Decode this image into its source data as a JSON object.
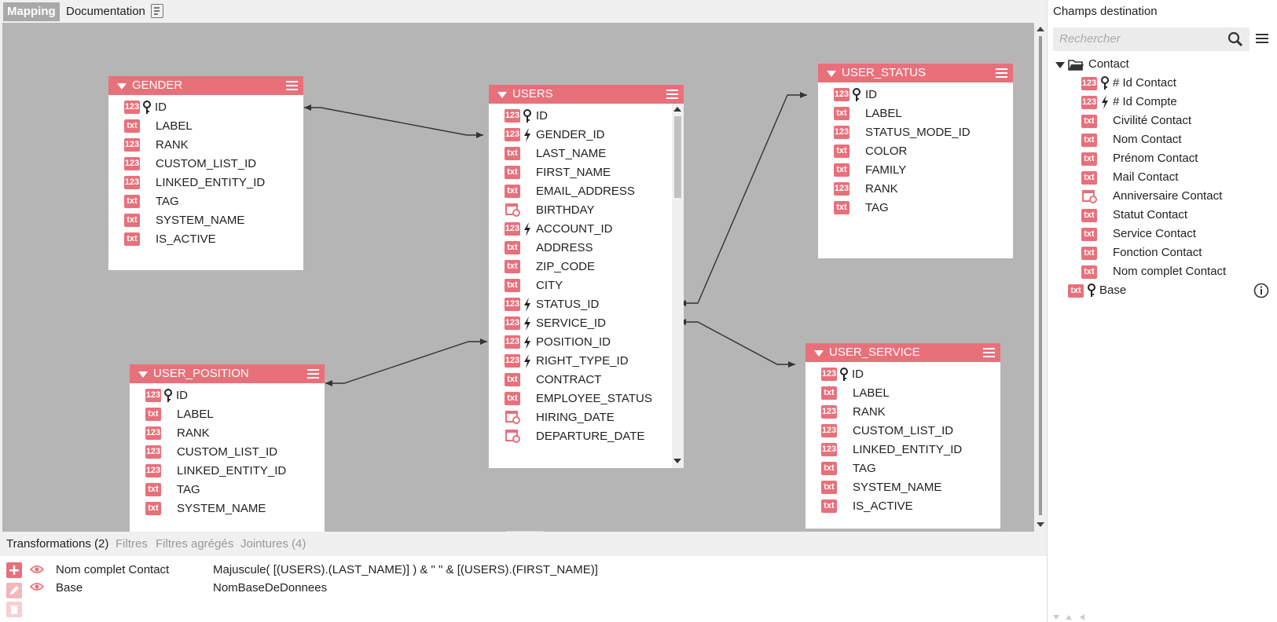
{
  "tabs": {
    "active": "Mapping",
    "documentation": "Documentation"
  },
  "colors": {
    "accent": "#e8707a",
    "canvas": "#b5b5b5"
  },
  "tables": {
    "gender": {
      "title": "GENDER",
      "fields": [
        {
          "type": "123",
          "key": true,
          "name": "ID"
        },
        {
          "type": "txt",
          "name": "LABEL"
        },
        {
          "type": "123",
          "name": "RANK"
        },
        {
          "type": "123",
          "name": "CUSTOM_LIST_ID"
        },
        {
          "type": "123",
          "name": "LINKED_ENTITY_ID"
        },
        {
          "type": "txt",
          "name": "TAG"
        },
        {
          "type": "txt",
          "name": "SYSTEM_NAME"
        },
        {
          "type": "txt",
          "name": "IS_ACTIVE"
        }
      ]
    },
    "users": {
      "title": "USERS",
      "fields": [
        {
          "type": "123",
          "key": true,
          "name": "ID"
        },
        {
          "type": "123",
          "fk": true,
          "name": "GENDER_ID"
        },
        {
          "type": "txt",
          "name": "LAST_NAME"
        },
        {
          "type": "txt",
          "name": "FIRST_NAME"
        },
        {
          "type": "txt",
          "name": "EMAIL_ADDRESS"
        },
        {
          "type": "date",
          "name": "BIRTHDAY"
        },
        {
          "type": "123",
          "fk": true,
          "name": "ACCOUNT_ID"
        },
        {
          "type": "txt",
          "name": "ADDRESS"
        },
        {
          "type": "txt",
          "name": "ZIP_CODE"
        },
        {
          "type": "txt",
          "name": "CITY"
        },
        {
          "type": "123",
          "fk": true,
          "name": "STATUS_ID"
        },
        {
          "type": "123",
          "fk": true,
          "name": "SERVICE_ID"
        },
        {
          "type": "123",
          "fk": true,
          "name": "POSITION_ID"
        },
        {
          "type": "123",
          "fk": true,
          "name": "RIGHT_TYPE_ID"
        },
        {
          "type": "txt",
          "name": "CONTRACT"
        },
        {
          "type": "txt",
          "name": "EMPLOYEE_STATUS"
        },
        {
          "type": "date",
          "name": "HIRING_DATE"
        },
        {
          "type": "date",
          "name": "DEPARTURE_DATE"
        }
      ]
    },
    "user_status": {
      "title": "USER_STATUS",
      "fields": [
        {
          "type": "123",
          "key": true,
          "name": "ID"
        },
        {
          "type": "txt",
          "name": "LABEL"
        },
        {
          "type": "123",
          "name": "STATUS_MODE_ID"
        },
        {
          "type": "txt",
          "name": "COLOR"
        },
        {
          "type": "txt",
          "name": "FAMILY"
        },
        {
          "type": "123",
          "name": "RANK"
        },
        {
          "type": "txt",
          "name": "TAG"
        }
      ]
    },
    "user_position": {
      "title": "USER_POSITION",
      "fields": [
        {
          "type": "123",
          "key": true,
          "name": "ID"
        },
        {
          "type": "txt",
          "name": "LABEL"
        },
        {
          "type": "123",
          "name": "RANK"
        },
        {
          "type": "123",
          "name": "CUSTOM_LIST_ID"
        },
        {
          "type": "123",
          "name": "LINKED_ENTITY_ID"
        },
        {
          "type": "txt",
          "name": "TAG"
        },
        {
          "type": "txt",
          "name": "SYSTEM_NAME"
        }
      ]
    },
    "user_service": {
      "title": "USER_SERVICE",
      "fields": [
        {
          "type": "123",
          "key": true,
          "name": "ID"
        },
        {
          "type": "txt",
          "name": "LABEL"
        },
        {
          "type": "123",
          "name": "RANK"
        },
        {
          "type": "123",
          "name": "CUSTOM_LIST_ID"
        },
        {
          "type": "123",
          "name": "LINKED_ENTITY_ID"
        },
        {
          "type": "txt",
          "name": "TAG"
        },
        {
          "type": "txt",
          "name": "SYSTEM_NAME"
        },
        {
          "type": "txt",
          "name": "IS_ACTIVE"
        }
      ]
    }
  },
  "bottom_tabs": [
    "Transformations (2)",
    "Filtres",
    "Filtres agrégés",
    "Jointures (4)"
  ],
  "transformations": [
    {
      "name": "Nom complet Contact",
      "formula": "Majuscule( [(USERS).(LAST_NAME)] ) & \" \" & [(USERS).(FIRST_NAME)]"
    },
    {
      "name": "Base",
      "formula": "NomBaseDeDonnees"
    }
  ],
  "right_panel": {
    "title": "Champs destination",
    "search_placeholder": "Rechercher",
    "folder": "Contact",
    "items": [
      {
        "type": "123",
        "key": true,
        "label": "# Id Contact"
      },
      {
        "type": "123",
        "fk": true,
        "label": "# Id Compte"
      },
      {
        "type": "txt",
        "label": "Civilité Contact"
      },
      {
        "type": "txt",
        "label": "Nom Contact"
      },
      {
        "type": "txt",
        "label": "Prénom Contact"
      },
      {
        "type": "txt",
        "label": "Mail Contact"
      },
      {
        "type": "date",
        "label": "Anniversaire Contact"
      },
      {
        "type": "txt",
        "label": "Statut Contact"
      },
      {
        "type": "txt",
        "label": "Service Contact"
      },
      {
        "type": "txt",
        "label": "Fonction Contact"
      },
      {
        "type": "txt",
        "label": "Nom complet Contact"
      }
    ],
    "base": {
      "type": "txt",
      "key": true,
      "label": "Base"
    }
  }
}
